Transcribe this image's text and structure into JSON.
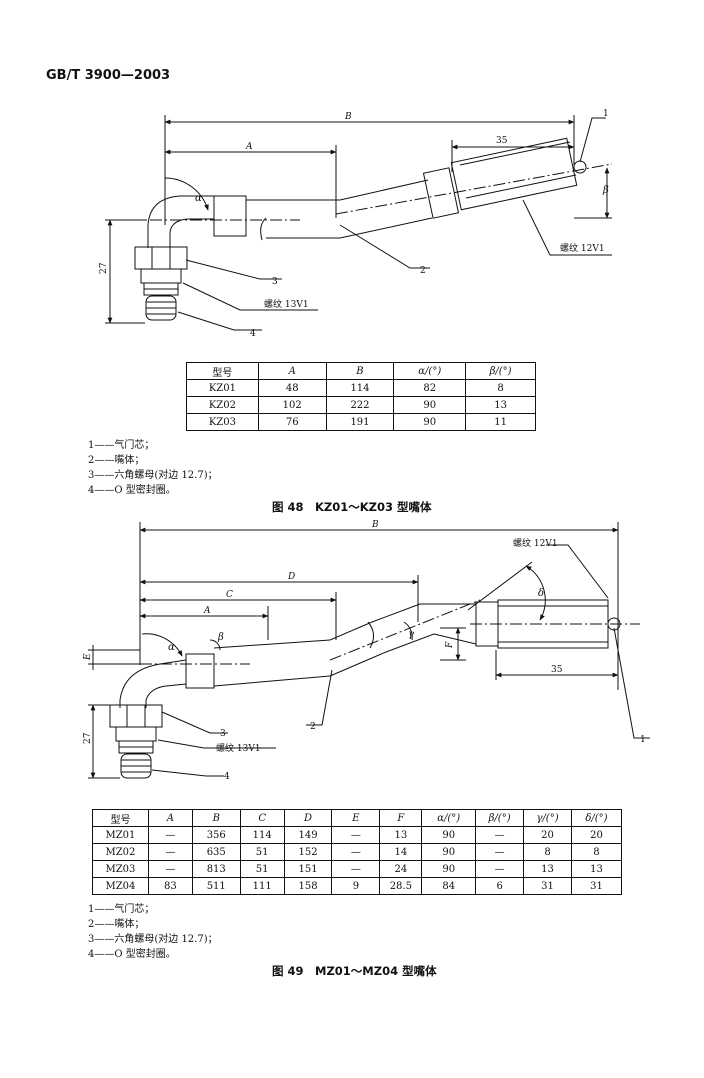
{
  "header": {
    "standard": "GB/T 3900—2003"
  },
  "fig48": {
    "dims": {
      "A": "A",
      "B": "B",
      "len35": "35",
      "alpha": "α",
      "beta": "β",
      "h27": "27"
    },
    "callouts": {
      "c1": "1",
      "c2": "2",
      "c3": "3",
      "c4": "4",
      "thread12": "螺纹 12V1",
      "thread13": "螺纹 13V1"
    },
    "table": {
      "headers": [
        "型号",
        "A",
        "B",
        "α/(°)",
        "β/(°)"
      ],
      "rows": [
        [
          "KZ01",
          "48",
          "114",
          "82",
          "8"
        ],
        [
          "KZ02",
          "102",
          "222",
          "90",
          "13"
        ],
        [
          "KZ03",
          "76",
          "191",
          "90",
          "11"
        ]
      ]
    },
    "legend": [
      "1——气门芯；",
      "2——嘴体；",
      "3——六角螺母(对边 12.7)；",
      "4——O 型密封圈。"
    ],
    "caption": "图 48　KZ01～KZ03 型嘴体"
  },
  "fig49": {
    "dims": {
      "A": "A",
      "B": "B",
      "C": "C",
      "D": "D",
      "E": "E",
      "F": "F",
      "len35": "35",
      "alpha": "α",
      "beta": "β",
      "gamma": "γ",
      "delta": "δ",
      "h27": "27"
    },
    "callouts": {
      "c1": "1",
      "c2": "2",
      "c3": "3",
      "c4": "4",
      "thread12": "螺纹 12V1",
      "thread13": "螺纹 13V1"
    },
    "table": {
      "headers": [
        "型号",
        "A",
        "B",
        "C",
        "D",
        "E",
        "F",
        "α/(°)",
        "β/(°)",
        "γ/(°)",
        "δ/(°)"
      ],
      "rows": [
        [
          "MZ01",
          "—",
          "356",
          "114",
          "149",
          "—",
          "13",
          "90",
          "—",
          "20",
          "20"
        ],
        [
          "MZ02",
          "—",
          "635",
          "51",
          "152",
          "—",
          "14",
          "90",
          "—",
          "8",
          "8"
        ],
        [
          "MZ03",
          "—",
          "813",
          "51",
          "151",
          "—",
          "24",
          "90",
          "—",
          "13",
          "13"
        ],
        [
          "MZ04",
          "83",
          "511",
          "111",
          "158",
          "9",
          "28.5",
          "84",
          "6",
          "31",
          "31"
        ]
      ]
    },
    "legend": [
      "1——气门芯；",
      "2——嘴体；",
      "3——六角螺母(对边 12.7)；",
      "4——O 型密封圈。"
    ],
    "caption": "图 49　MZ01～MZ04 型嘴体"
  }
}
